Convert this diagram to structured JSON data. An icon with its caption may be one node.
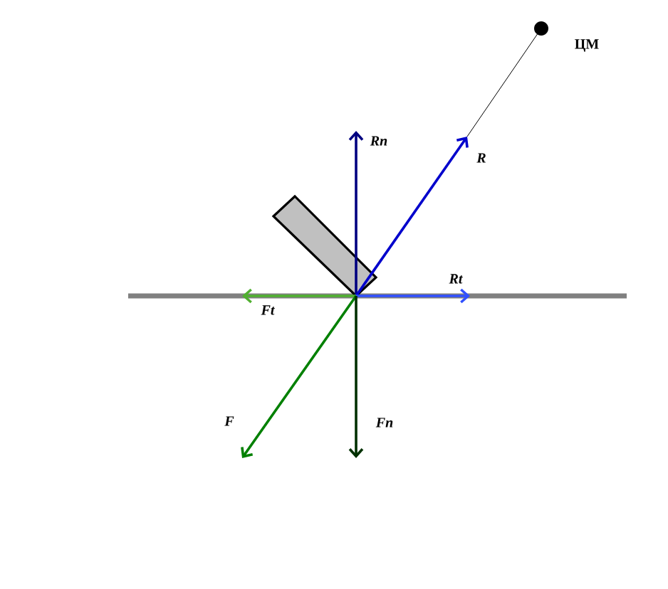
{
  "diagram": {
    "labels": [
      "Rn",
      "R",
      "ЦМ",
      "Rt",
      "Ft",
      "F",
      "Fn"
    ]
  }
}
